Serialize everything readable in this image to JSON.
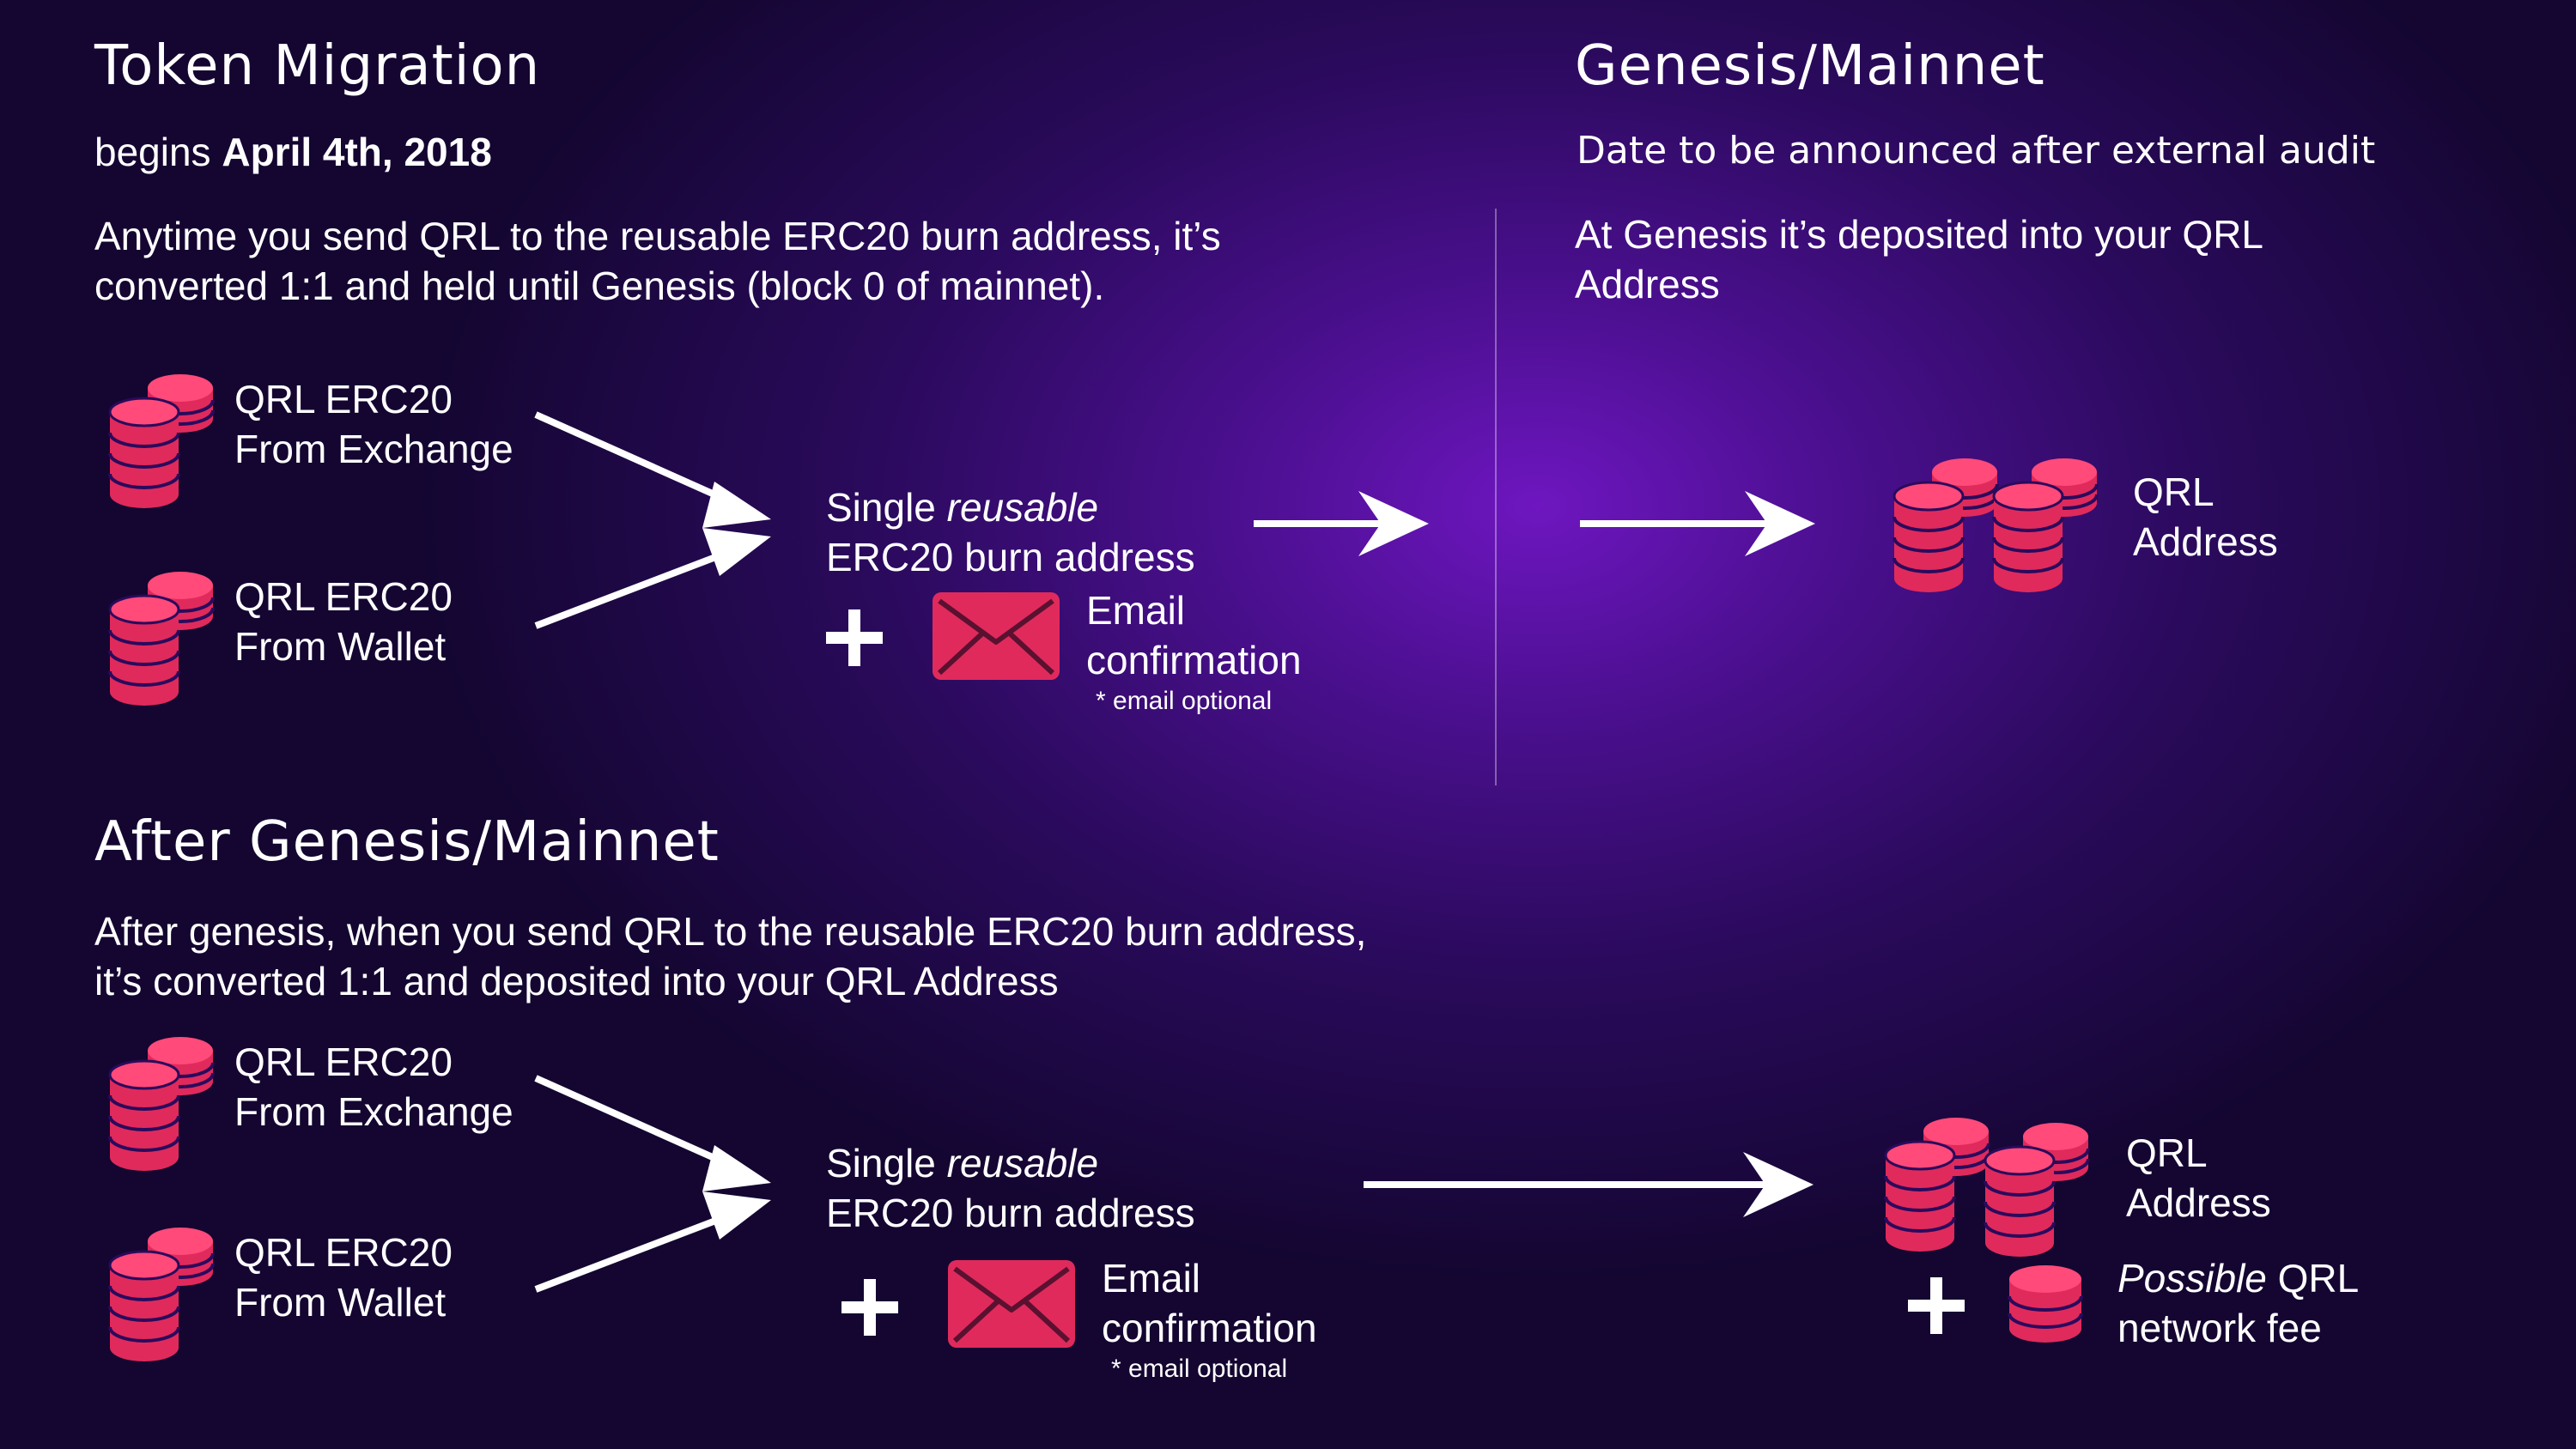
{
  "migration": {
    "title": "Token Migration",
    "begins_prefix": "begins",
    "begins_date": "April 4th, 2018",
    "description": "Anytime you send QRL to the reusable ERC20 burn address, it’s converted 1:1 and held until Genesis (block 0 of mainnet).",
    "source_exchange": {
      "line1": "QRL ERC20",
      "line2": "From Exchange"
    },
    "source_wallet": {
      "line1": "QRL ERC20",
      "line2": "From Wallet"
    },
    "burn": {
      "prefix": "Single",
      "emphasis": "reusable",
      "line2": "ERC20 burn address"
    },
    "email": {
      "line1": "Email",
      "line2": "confirmation",
      "note": "* email optional"
    }
  },
  "genesis": {
    "title": "Genesis/Mainnet",
    "subtitle": "Date to be announced after external audit",
    "description": "At Genesis it’s deposited into your QRL Address",
    "target": {
      "line1": "QRL",
      "line2": "Address"
    }
  },
  "after": {
    "title": "After Genesis/Mainnet",
    "description_line1": "After genesis, when you send QRL to the reusable ERC20 burn address,",
    "description_line2": "it’s converted 1:1 and deposited into your QRL Address",
    "source_exchange": {
      "line1": "QRL ERC20",
      "line2": "From Exchange"
    },
    "source_wallet": {
      "line1": "QRL ERC20",
      "line2": "From Wallet"
    },
    "burn": {
      "prefix": "Single",
      "emphasis": "reusable",
      "line2": "ERC20 burn address"
    },
    "email": {
      "line1": "Email",
      "line2": "confirmation",
      "note": "* email optional"
    },
    "target": {
      "line1": "QRL",
      "line2": "Address"
    },
    "fee": {
      "emphasis": "Possible",
      "suffix": "QRL",
      "line2": "network fee"
    }
  },
  "colors": {
    "accent": "#e02a5c",
    "text": "#ffffff"
  },
  "icons": [
    "coin-stack-icon",
    "email-envelope-icon",
    "plus-icon",
    "arrow-right-icon"
  ]
}
